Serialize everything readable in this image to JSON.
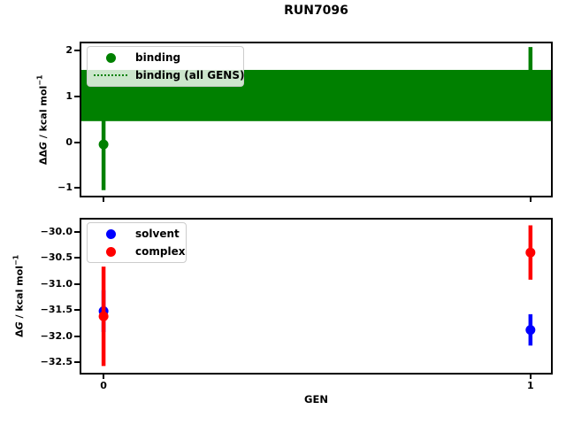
{
  "title": "RUN7096",
  "axes": {
    "xlabel": "GEN",
    "top_ylabel": {
      "delta": "ΔΔ",
      "g": "G",
      "rest": " / kcal mol",
      "sup": "−1"
    },
    "bottom_ylabel": {
      "delta": "Δ",
      "g": "G",
      "rest": " / kcal mol",
      "sup": "−1"
    }
  },
  "chart_data": [
    {
      "type": "scatter",
      "subplot": "top",
      "ylabel": "ΔΔG / kcal mol^−1",
      "xlim": [
        -0.052,
        1.048
      ],
      "ylim": [
        -1.17,
        2.16
      ],
      "grid": false,
      "legend_position": "upper left",
      "legend": [
        "binding",
        "binding (all GENS)"
      ],
      "xticks": {
        "values": [
          0,
          1
        ],
        "labels": [
          "0",
          "1"
        ],
        "show_labels": false
      },
      "yticks": {
        "values": [
          2,
          1,
          0,
          -1
        ],
        "labels": [
          "2",
          "1",
          "0",
          "−1"
        ]
      },
      "series": [
        {
          "name": "binding",
          "color": "#008000",
          "marker": "circle",
          "x": [
            0,
            1
          ],
          "y": [
            -0.05,
            1.45
          ],
          "yerr": [
            1.0,
            0.63
          ]
        }
      ],
      "band": {
        "name": "binding (all GENS)",
        "color": "#008000",
        "line_style": "dotted",
        "center": 1.02,
        "low": 0.46,
        "high": 1.58
      }
    },
    {
      "type": "scatter",
      "subplot": "bottom",
      "ylabel": "ΔG / kcal mol^−1",
      "xlabel": "GEN",
      "xlim": [
        -0.052,
        1.048
      ],
      "ylim": [
        -32.7,
        -29.77
      ],
      "grid": false,
      "legend_position": "upper left",
      "legend": [
        "solvent",
        "complex"
      ],
      "xticks": {
        "values": [
          0,
          1
        ],
        "labels": [
          "0",
          "1"
        ],
        "show_labels": true
      },
      "yticks": {
        "values": [
          -30.0,
          -30.5,
          -31.0,
          -31.5,
          -32.0,
          -32.5
        ],
        "labels": [
          "−30.0",
          "−30.5",
          "−31.0",
          "−31.5",
          "−32.0",
          "−32.5"
        ]
      },
      "series": [
        {
          "name": "solvent",
          "color": "#0000ff",
          "marker": "circle",
          "x": [
            0,
            1
          ],
          "y": [
            -31.52,
            -31.88
          ],
          "yerr": [
            0.4,
            0.3
          ]
        },
        {
          "name": "complex",
          "color": "#ff0000",
          "marker": "circle",
          "x": [
            0,
            1
          ],
          "y": [
            -31.62,
            -30.4
          ],
          "yerr": [
            0.95,
            0.52
          ]
        }
      ]
    }
  ]
}
